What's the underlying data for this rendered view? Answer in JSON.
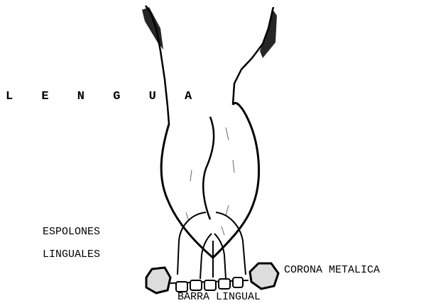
{
  "labels": {
    "lengua": "L E N G U A",
    "espolones_line1": "ESPOLONES",
    "espolones_line2": "LINGUALES",
    "corona_metalica": "CORONA METALICA",
    "barra_lingual": "BARRA LINGUAL"
  },
  "colors": {
    "ink": "#000000",
    "background": "#ffffff"
  }
}
